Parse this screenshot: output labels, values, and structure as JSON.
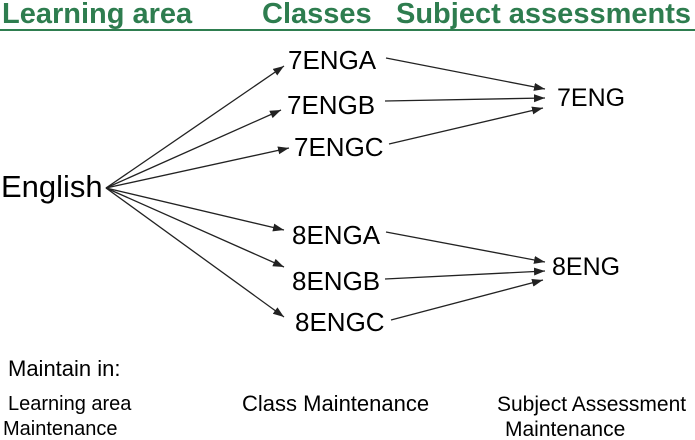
{
  "header": {
    "text_color": "#2e7d4f",
    "underline_color": "#2e7d4f",
    "columns": [
      {
        "label": "Learning area"
      },
      {
        "label": "Classes"
      },
      {
        "label": "Subject assessments"
      }
    ]
  },
  "diagram": {
    "line_color": "#222222",
    "root": {
      "label": "English"
    },
    "classes": [
      {
        "label": "7ENGA"
      },
      {
        "label": "7ENGB"
      },
      {
        "label": "7ENGC"
      },
      {
        "label": "8ENGA"
      },
      {
        "label": "8ENGB"
      },
      {
        "label": "8ENGC"
      }
    ],
    "assessments": [
      {
        "label": "7ENG"
      },
      {
        "label": "8ENG"
      }
    ],
    "edges": [
      {
        "from": "English",
        "to": "7ENGA"
      },
      {
        "from": "English",
        "to": "7ENGB"
      },
      {
        "from": "English",
        "to": "7ENGC"
      },
      {
        "from": "English",
        "to": "8ENGA"
      },
      {
        "from": "English",
        "to": "8ENGB"
      },
      {
        "from": "English",
        "to": "8ENGC"
      },
      {
        "from": "7ENGA",
        "to": "7ENG"
      },
      {
        "from": "7ENGB",
        "to": "7ENG"
      },
      {
        "from": "7ENGC",
        "to": "7ENG"
      },
      {
        "from": "8ENGA",
        "to": "8ENG"
      },
      {
        "from": "8ENGB",
        "to": "8ENG"
      },
      {
        "from": "8ENGC",
        "to": "8ENG"
      }
    ]
  },
  "footer": {
    "title": "Maintain in:",
    "items": [
      {
        "line1": "Learning area",
        "line2": "Maintenance"
      },
      {
        "line1": "Class Maintenance",
        "line2": ""
      },
      {
        "line1": "Subject Assessment",
        "line2": "Maintenance"
      }
    ]
  }
}
